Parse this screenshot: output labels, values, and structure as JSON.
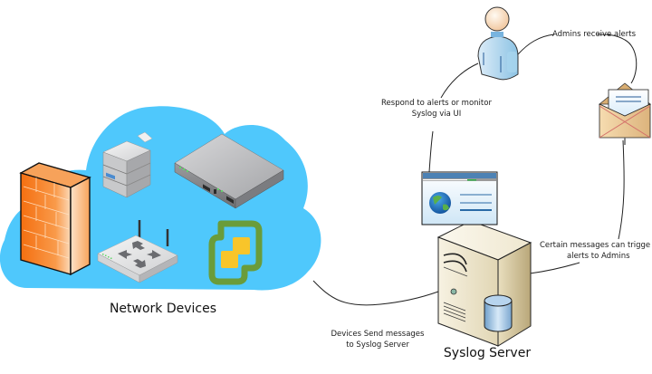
{
  "diagram": {
    "title": "Syslog architecture",
    "nodes": {
      "network_devices": {
        "label": "Network Devices",
        "devices": [
          "firewall",
          "printer",
          "server-appliance",
          "wireless-router",
          "vmware-vsphere"
        ]
      },
      "syslog_server": {
        "label": "Syslog Server"
      },
      "admin": {
        "label": ""
      },
      "email": {
        "label": ""
      },
      "web_ui": {
        "label": ""
      }
    },
    "edges": [
      {
        "from": "network_devices",
        "to": "syslog_server",
        "label_line1": "Devices Send messages",
        "label_line2": "to Syslog Server"
      },
      {
        "from": "syslog_server",
        "to": "email",
        "label_line1": "Certain messages can trigge",
        "label_line2": "alerts to Admins"
      },
      {
        "from": "email",
        "to": "admin",
        "label_line1": "Admins receive alerts"
      },
      {
        "from": "admin",
        "to": "web_ui",
        "label_line1": "Respond to alerts or monitor",
        "label_line2": "Syslog via UI"
      }
    ],
    "colors": {
      "cloud": "#4fc8fc",
      "firewall": "#f7892b",
      "vmware_green": "#6a9c3a",
      "vmware_yellow": "#f8c52a",
      "server_body": "#ece4cc",
      "connector": "#222222"
    }
  }
}
